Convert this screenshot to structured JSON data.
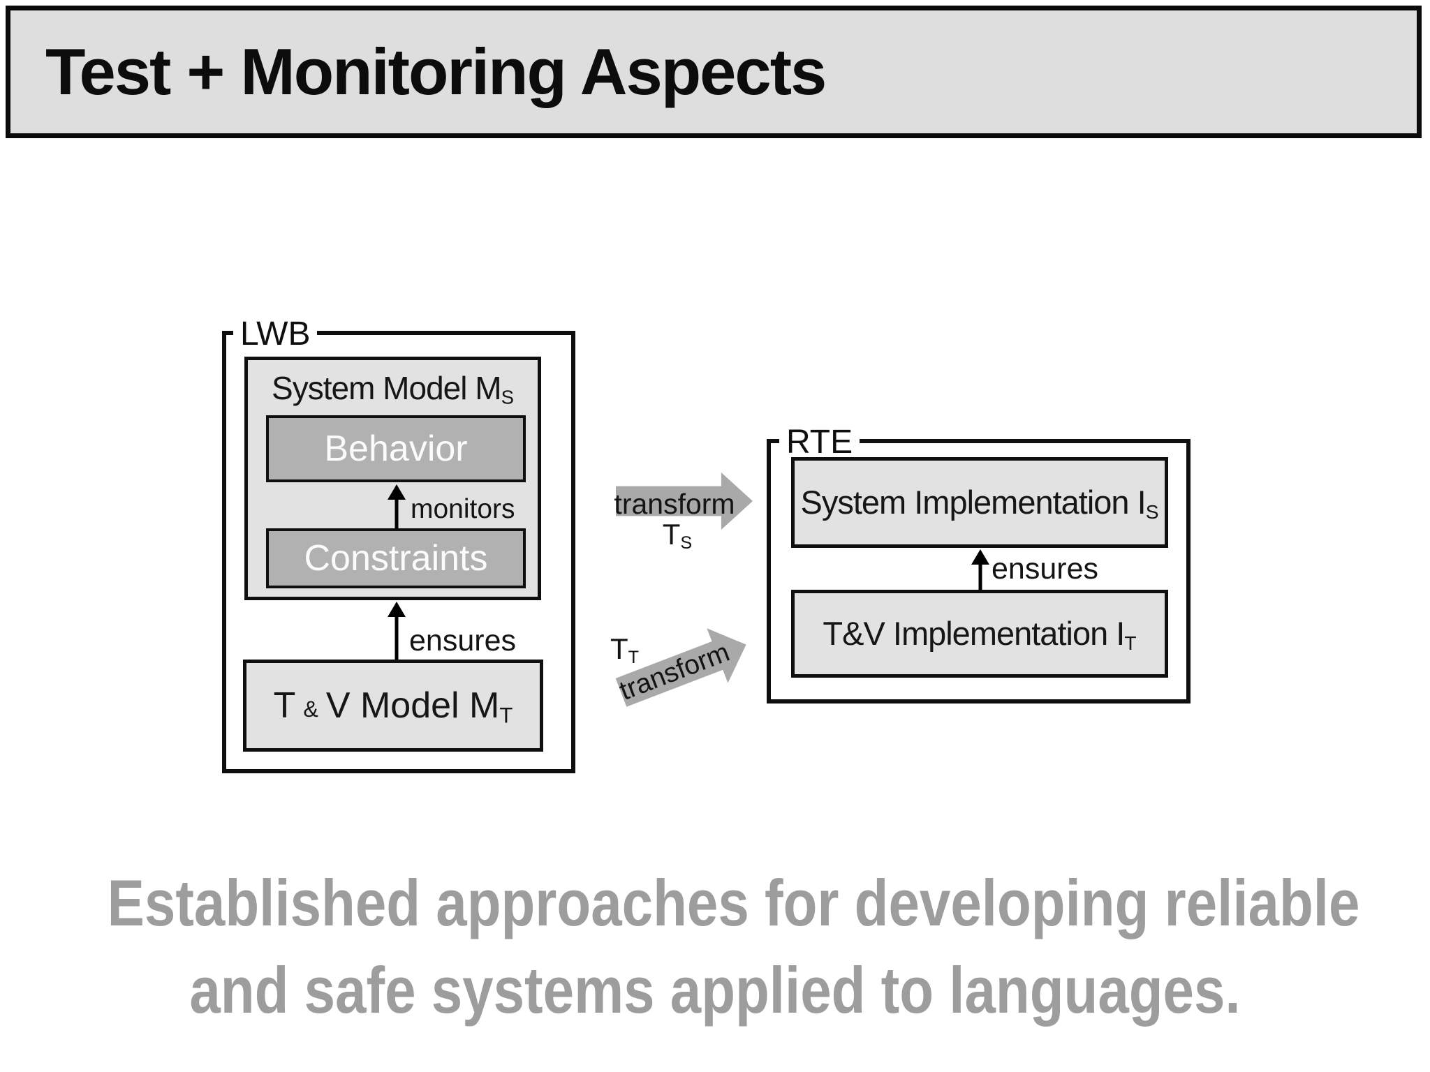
{
  "title": "Test + Monitoring Aspects",
  "diagram": {
    "lwb": {
      "label": "LWB",
      "system_model": {
        "text": "System Model M",
        "sub": "S"
      },
      "behavior_label": "Behavior",
      "monitors_label": "monitors",
      "constraints_label": "Constraints",
      "ensures_label": "ensures",
      "tv_model": {
        "t": "T",
        "amp": "&",
        "rest": "V Model M",
        "sub": "T"
      }
    },
    "rte": {
      "label": "RTE",
      "system_impl": {
        "text": "System Implementation I",
        "sub": "S"
      },
      "ensures_label": "ensures",
      "tv_impl": {
        "text": "T&V Implementation I",
        "sub": "T"
      }
    },
    "transform_top": {
      "label": "transform",
      "t": "T",
      "sub": "S"
    },
    "transform_bottom": {
      "label": "transform",
      "t": "T",
      "sub": "T"
    }
  },
  "caption": {
    "line1": "Established approaches for developing reliable",
    "line2": "and safe systems applied to languages."
  },
  "colors": {
    "title_bg": "#dedede",
    "box_light": "#e2e2e2",
    "box_dark": "#b1b1b1",
    "arrow_gray": "#a9a9a9",
    "caption_gray": "#9d9d9d"
  }
}
